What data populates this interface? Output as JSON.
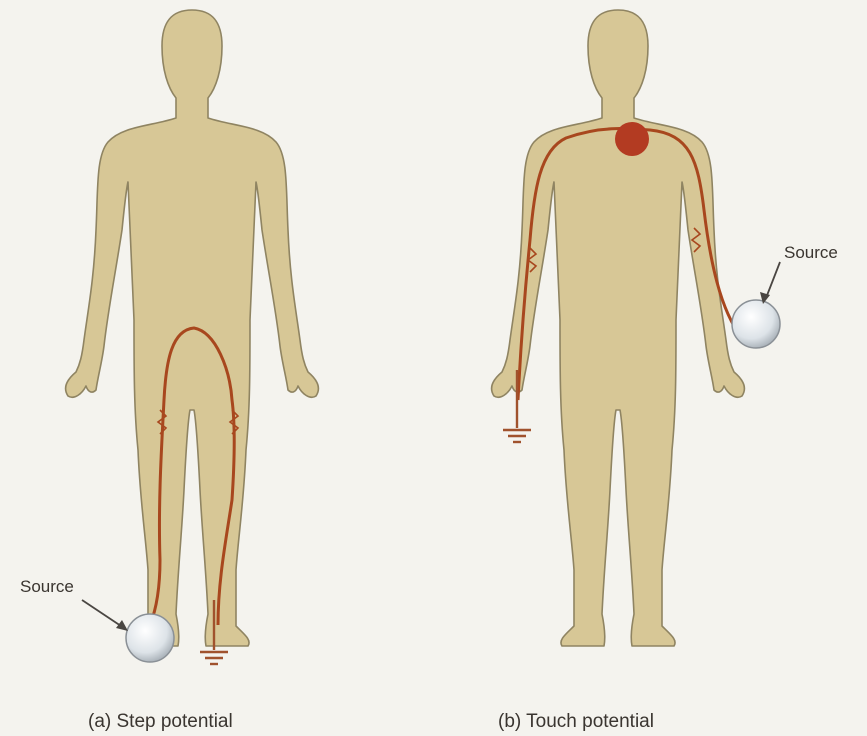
{
  "figure": {
    "panel_a": {
      "caption": "(a) Step potential",
      "source_label": "Source"
    },
    "panel_b": {
      "caption": "(b) Touch potential",
      "source_label": "Source"
    }
  },
  "colors": {
    "background": "#f4f3ee",
    "body_fill": "#d7c796",
    "body_outline": "#8f8462",
    "current_path": "#a8471e",
    "heart": "#b33b22",
    "source_sphere": "#dde3e8",
    "ground_symbol": "#a0522d"
  },
  "icons": {
    "heart": "heart-icon",
    "ground": "ground-icon",
    "source": "source-sphere-icon"
  }
}
